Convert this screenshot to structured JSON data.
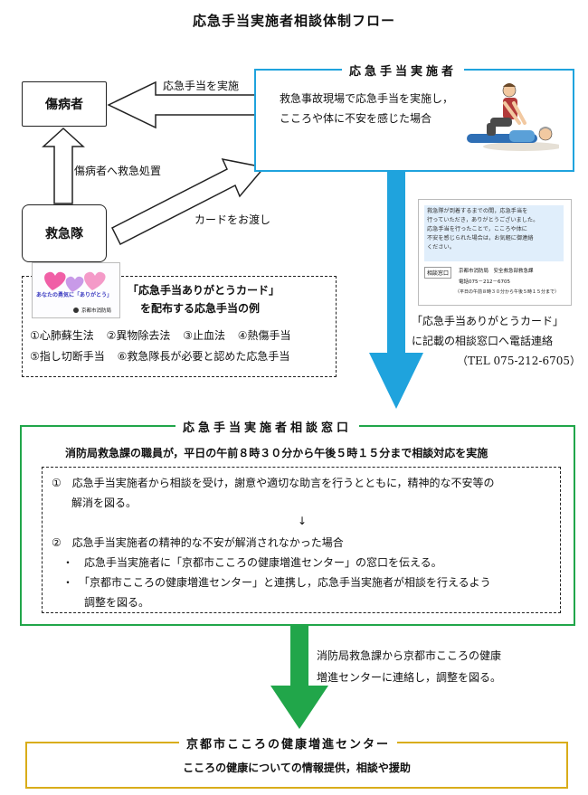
{
  "title": "応急手当実施者相談体制フロー",
  "patient": {
    "label": "傷病者"
  },
  "ambulance": {
    "label": "救急隊"
  },
  "arrows": {
    "first_aid_performed": "応急手当を実施",
    "emergency_treatment": "傷病者へ救急処置",
    "card_handover": "カードをお渡し"
  },
  "performer": {
    "header": "応急手当実施者",
    "line1": "救急事故現場で応急手当を実施し，",
    "line2": "こころや体に不安を感じた場合"
  },
  "card": {
    "logo_text": "あなたの勇気に「ありがとう」",
    "org": "京都市消防局",
    "title": "「応急手当ありがとうカード」",
    "subtitle": "を配布する応急手当の例",
    "examples_row1": [
      "①心肺蘇生法",
      "②異物除去法",
      "③止血法",
      "④熱傷手当"
    ],
    "examples_row2": [
      "⑤指し切断手当",
      "⑥救急隊長が必要と認めた応急手当"
    ]
  },
  "card_image": {
    "line1": "救急隊が到着するまでの間，応急手当を",
    "line2": "行っていただき，ありがとうございました。",
    "line3": "応急手当を行ったことで，こころや体に",
    "line4": "不安を感じられた場合は，お気軽に御連絡",
    "line5": "ください。",
    "counter_label": "相談窓口",
    "counter_org": "京都市消防局　安全救急部救急課",
    "phone": "電話075－212－6705",
    "hours": "（平日の午前８時３０分から午後５時１５分まで）"
  },
  "contact": {
    "line1": "「応急手当ありがとうカード」",
    "line2": "に記載の相談窓口へ電話連絡",
    "line3": "（TEL 075-212-6705）"
  },
  "counseling": {
    "header": "応急手当実施者相談窓口",
    "intro": "消防局救急課の職員が，平日の午前８時３０分から午後５時１５分まで相談対応を実施",
    "item1_line1": "①　応急手当実施者から相談を受け，謝意や適切な助言を行うとともに，精神的な不安等の",
    "item1_line2": "解消を図る。",
    "down_arrow": "↓",
    "item2": "②　応急手当実施者の精神的な不安が解消されなかった場合",
    "bullet1": "・　応急手当実施者に「京都市こころの健康増進センター」の窓口を伝える。",
    "bullet2_line1": "・　「京都市こころの健康増進センター」と連携し，応急手当実施者が相談を行えるよう",
    "bullet2_line2": "調整を図る。"
  },
  "liaison": {
    "line1": "消防局救急課から京都市こころの健康",
    "line2": "増進センターに連絡し，調整を図る。"
  },
  "center": {
    "header": "京都市こころの健康増進センター",
    "body": "こころの健康についての情報提供，相談や援助"
  },
  "colors": {
    "blue": "#1fa3dd",
    "green": "#21a64a",
    "yellow": "#d9ad1a",
    "pink": "#f05fa6",
    "purple": "#c89ae8"
  }
}
